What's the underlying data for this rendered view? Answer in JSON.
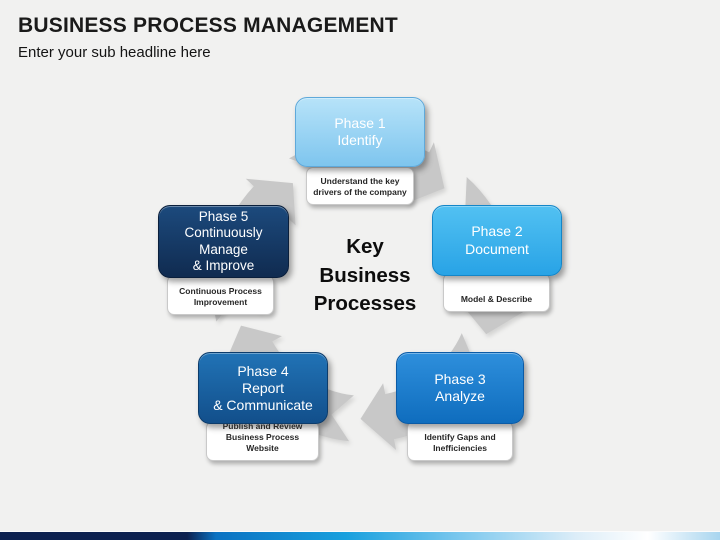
{
  "slide": {
    "title": "BUSINESS PROCESS MANAGEMENT",
    "subtitle": "Enter your sub headline here",
    "background": "#f1f1f0",
    "center_lines": [
      "Key",
      "Business",
      "Processes"
    ],
    "ring": {
      "color": "#c8c8c8"
    },
    "phases": [
      {
        "name": "Phase 1 Identify",
        "title_lines": [
          "Phase 1",
          "Identify"
        ],
        "note_lines": [
          "Understand the key",
          "drivers of the company"
        ],
        "colors": {
          "top": "#b7e3f9",
          "bottom": "#7ec5ee",
          "border": "#5fa9da",
          "text": "#ffffff"
        }
      },
      {
        "name": "Phase 2 Document",
        "title_lines": [
          "Phase 2",
          "Document"
        ],
        "note_lines": [
          "Model & Describe"
        ],
        "colors": {
          "top": "#52c1f2",
          "bottom": "#28a3e6",
          "border": "#1486c8",
          "text": "#ffffff"
        }
      },
      {
        "name": "Phase 3 Analyze",
        "title_lines": [
          "Phase 3",
          "Analyze"
        ],
        "note_lines": [
          "Identify Gaps and",
          "Inefficiencies"
        ],
        "colors": {
          "top": "#2e8fdc",
          "bottom": "#0f6dbe",
          "border": "#0b5ba6",
          "text": "#ffffff"
        }
      },
      {
        "name": "Phase 4 Report & Communicate",
        "title_lines": [
          "Phase 4",
          "Report",
          "& Communicate"
        ],
        "note_lines": [
          "Publish and Review",
          "Business Process Website"
        ],
        "colors": {
          "top": "#2173b6",
          "bottom": "#124f8b",
          "border": "#0d3c6b",
          "text": "#ffffff"
        }
      },
      {
        "name": "Phase 5 Continuously Manage & Improve",
        "title_lines": [
          "Phase 5",
          "Continuously",
          "Manage",
          "& Improve"
        ],
        "note_lines": [
          "Continuous Process",
          "Improvement"
        ],
        "colors": {
          "top": "#1c4a7d",
          "bottom": "#102b50",
          "border": "#0a1f3c",
          "text": "#ffffff"
        }
      }
    ],
    "bottom_bar": {
      "gradient_stops": [
        "#0d2150 0%",
        "#0d2150 26%",
        "#0b72c2 30%",
        "#18a0de 48%",
        "#7cc8ee 64%",
        "#dcedf8 80%",
        "#ffffff 90%",
        "#a8d5ef 100%"
      ]
    }
  }
}
